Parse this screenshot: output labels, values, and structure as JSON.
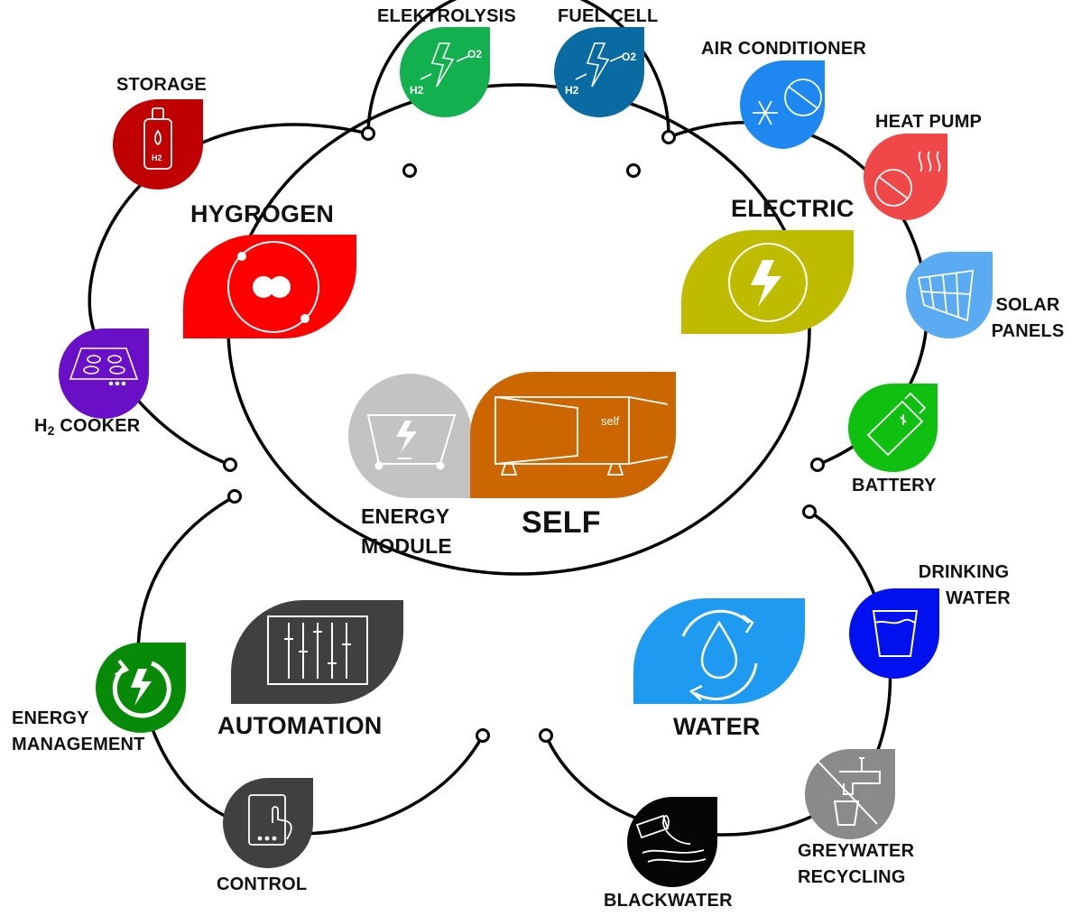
{
  "center": {
    "title": "SELF",
    "module_line1": "ENERGY",
    "module_line2": "MODULE",
    "cabin_text": "self"
  },
  "hubs": {
    "hydrogen": "HYGROGEN",
    "electric": "ELECTRIC",
    "automation": "AUTOMATION",
    "water": "WATER"
  },
  "nodes": {
    "storage": "STORAGE",
    "h2_cooker_prefix": "H",
    "h2_cooker_sub": "2",
    "h2_cooker_suffix": " COOKER",
    "elektrolysis": "ELEKTROLYSIS",
    "fuel_cell": "FUEL CELL",
    "air_conditioner": "AIR CONDITIONER",
    "heat_pump": "HEAT PUMP",
    "solar_line1": "SOLAR",
    "solar_line2": "PANELS",
    "battery": "BATTERY",
    "drinking_line1": "DRINKING",
    "drinking_line2": "WATER",
    "greywater_line1": "GREYWATER",
    "greywater_line2": "RECYCLING",
    "blackwater": "BLACKWATER",
    "control": "CONTROL",
    "energy_mgmt_line1": "ENERGY",
    "energy_mgmt_line2": "MANAGEMENT"
  },
  "icon_text": {
    "h2": "H2",
    "o2": "O2"
  },
  "icons": {
    "hydrogen": "atom-icon",
    "electric": "lightning-icon",
    "automation": "sliders-icon",
    "water": "water-cycle-icon",
    "energy_module": "energy-box-icon",
    "self": "cabin-icon",
    "storage": "gas-cylinder-icon",
    "h2_cooker": "stove-icon",
    "elektrolysis": "electrolysis-icon",
    "fuel_cell": "fuel-cell-icon",
    "air_conditioner": "snowflake-fan-icon",
    "heat_pump": "heat-icon",
    "solar_panels": "solar-panel-icon",
    "battery": "battery-icon",
    "drinking_water": "glass-icon",
    "greywater": "tap-icon",
    "blackwater": "pipe-icon",
    "control": "tablet-touch-icon",
    "energy_management": "cycle-lightning-icon"
  },
  "colors": {
    "hydrogen": "#ff0000",
    "electric": "#bfbc00",
    "automation": "#404040",
    "water": "#1e9bf0",
    "energy_module": "#c3c3c3",
    "self": "#cc6600",
    "storage": "#c00000",
    "h2_cooker": "#6a0fc8",
    "elektrolysis": "#12b04e",
    "fuel_cell": "#0a6aa2",
    "air_conditioner": "#1e88f0",
    "heat_pump": "#f04848",
    "solar_panels": "#5aabf2",
    "battery": "#10c010",
    "drinking_water": "#0010ee",
    "greywater": "#8a8a8a",
    "blackwater": "#050505",
    "control": "#404040",
    "energy_management": "#078a07"
  }
}
